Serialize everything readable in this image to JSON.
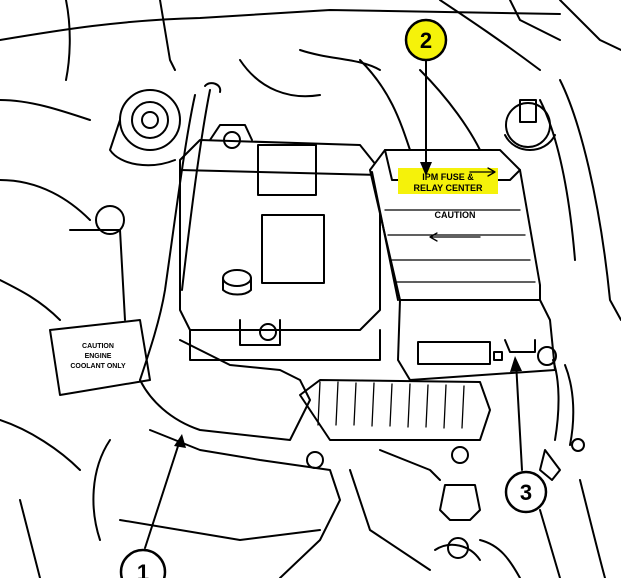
{
  "labels": {
    "ipm_line1": "IPM FUSE &",
    "ipm_line2": "RELAY CENTER",
    "caution": "CAUTION",
    "coolant_line1": "CAUTION",
    "coolant_line2": "ENGINE",
    "coolant_line3": "COOLANT ONLY"
  },
  "callouts": [
    {
      "number": "1",
      "highlight": "#ffffff"
    },
    {
      "number": "2",
      "highlight": "#f5f20a"
    },
    {
      "number": "3",
      "highlight": "#ffffff"
    }
  ],
  "colors": {
    "highlight": "#f5f20a",
    "line": "#000000",
    "background": "#ffffff"
  }
}
